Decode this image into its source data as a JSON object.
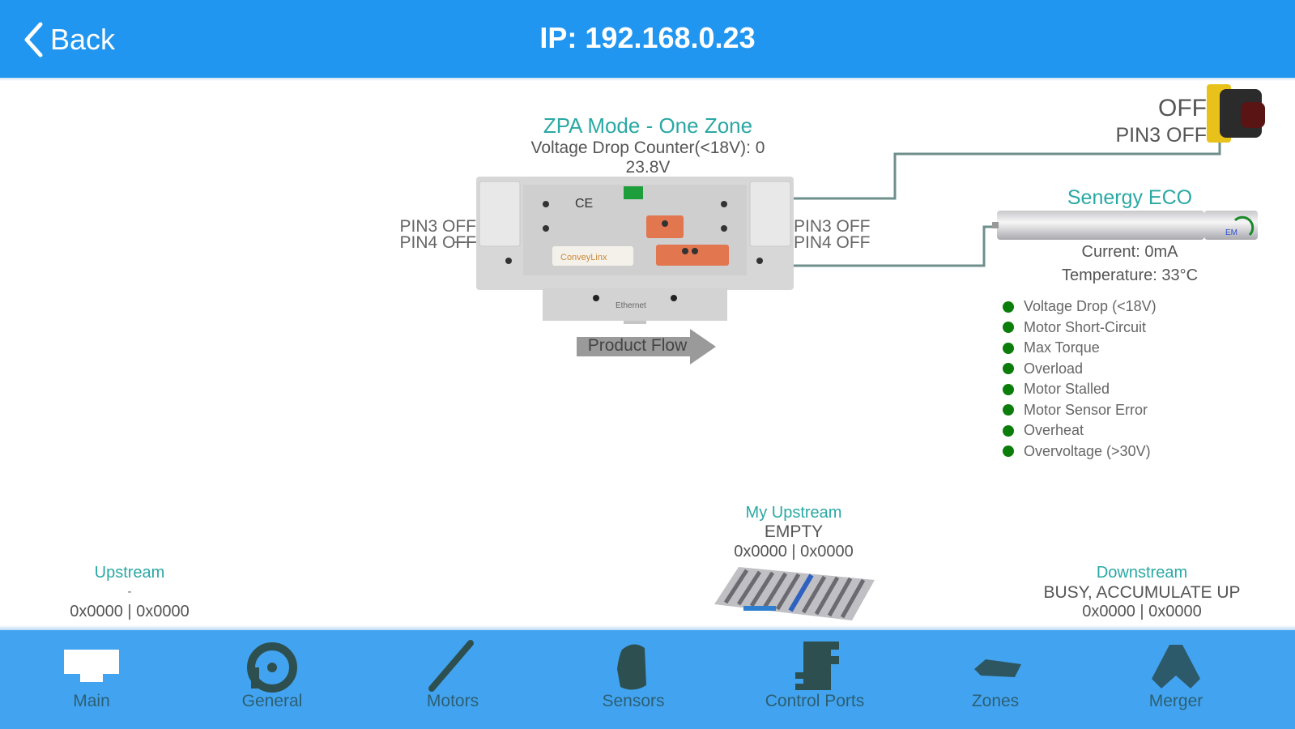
{
  "header": {
    "back_label": "Back",
    "title": "IP: 192.168.0.23",
    "bg_color": "#2196f0"
  },
  "controller": {
    "mode_title": "ZPA Mode - One Zone",
    "voltage_drop_counter": "Voltage Drop Counter(<18V): 0",
    "voltage": "23.8V",
    "left_pins": [
      "PIN3 OFF",
      "PIN4 OFF"
    ],
    "right_pins": [
      "PIN3 OFF",
      "PIN4 OFF"
    ],
    "product_flow_label": "Product Flow"
  },
  "sensor": {
    "state": "OFF",
    "pin": "PIN3 OFF",
    "icon": "photo-eye-sensor-icon"
  },
  "motor": {
    "title": "Senergy ECO",
    "current": "Current: 0mA",
    "temperature": "Temperature: 33°C",
    "faults": [
      "Voltage Drop (<18V)",
      "Motor Short-Circuit",
      "Max Torque",
      "Overload",
      "Motor Stalled",
      "Motor Sensor Error",
      "Overheat",
      "Overvoltage (>30V)"
    ],
    "fault_ok_color": "#0a7d0a"
  },
  "upstream": {
    "title": "Upstream",
    "state": "-",
    "hex": "0x0000 | 0x0000"
  },
  "my_upstream": {
    "title": "My Upstream",
    "state": "EMPTY",
    "hex": "0x0000 | 0x0000"
  },
  "downstream": {
    "title": "Downstream",
    "state": "BUSY, ACCUMULATE UP",
    "hex": "0x0000 | 0x0000"
  },
  "tabs": [
    {
      "label": "Main",
      "icon": "monitor-icon",
      "active": true
    },
    {
      "label": "General",
      "icon": "general-p-icon",
      "active": false
    },
    {
      "label": "Motors",
      "icon": "motor-roller-icon",
      "active": false
    },
    {
      "label": "Sensors",
      "icon": "sensor-icon",
      "active": false
    },
    {
      "label": "Control Ports",
      "icon": "control-port-icon",
      "active": false
    },
    {
      "label": "Zones",
      "icon": "zone-icon",
      "active": false
    },
    {
      "label": "Merger",
      "icon": "merger-icon",
      "active": false
    }
  ],
  "colors": {
    "accent_teal": "#2aa8a4",
    "tabbar": "#42a4f0"
  }
}
